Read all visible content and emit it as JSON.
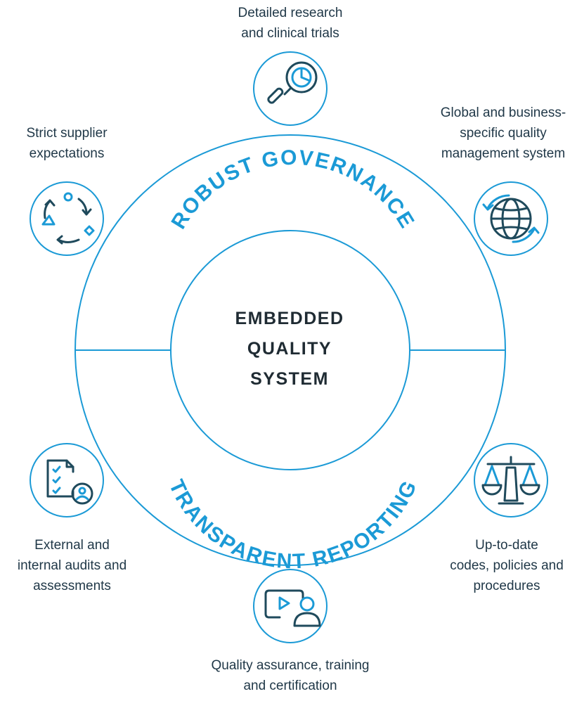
{
  "center": {
    "lines": [
      "EMBEDDED",
      "QUALITY",
      "SYSTEM"
    ]
  },
  "arcs": {
    "top": "ROBUST GOVERNANCE",
    "bottom": "TRANSPARENT REPORTING"
  },
  "nodes": [
    {
      "id": "research",
      "icon": "magnifier-pie-chart-icon",
      "lines": [
        "Detailed research",
        "and clinical trials"
      ]
    },
    {
      "id": "qms",
      "icon": "globe-arrows-icon",
      "lines": [
        "Global and business-",
        "specific quality",
        "management system"
      ]
    },
    {
      "id": "codes",
      "icon": "scales-icon",
      "lines": [
        "Up-to-date",
        "codes, policies and",
        "procedures"
      ]
    },
    {
      "id": "training",
      "icon": "video-person-icon",
      "lines": [
        "Quality assurance, training",
        "and certification"
      ]
    },
    {
      "id": "audits",
      "icon": "checklist-person-icon",
      "lines": [
        "External and",
        "internal audits and",
        "assessments"
      ]
    },
    {
      "id": "supplier",
      "icon": "cycle-shapes-icon",
      "lines": [
        "Strict supplier",
        "expectations"
      ]
    }
  ],
  "colors": {
    "accent": "#1b9ad6",
    "icon_dark": "#1f4a5c",
    "text": "#1f3747"
  }
}
